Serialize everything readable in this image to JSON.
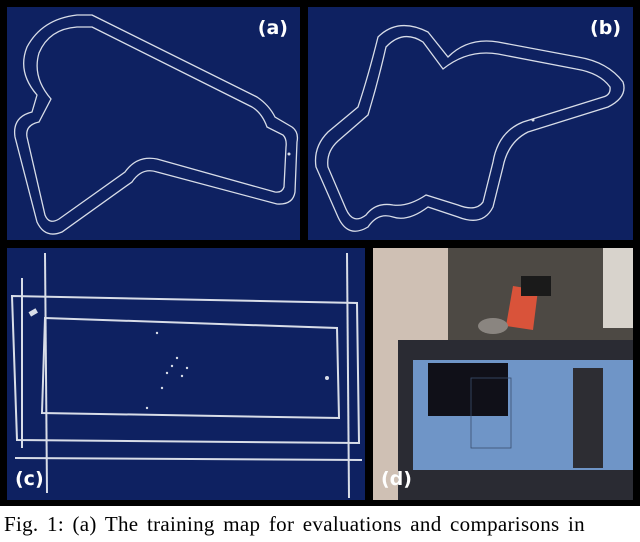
{
  "figure": {
    "panels": [
      {
        "label": "(a)"
      },
      {
        "label": "(b)"
      },
      {
        "label": "(c)"
      },
      {
        "label": "(d)"
      }
    ],
    "colors": {
      "map_background": "#0e2161",
      "track_line": "#d8dde8",
      "frame": "#000000"
    }
  },
  "caption": "Fig. 1: (a) The training map for evaluations and comparisons in"
}
